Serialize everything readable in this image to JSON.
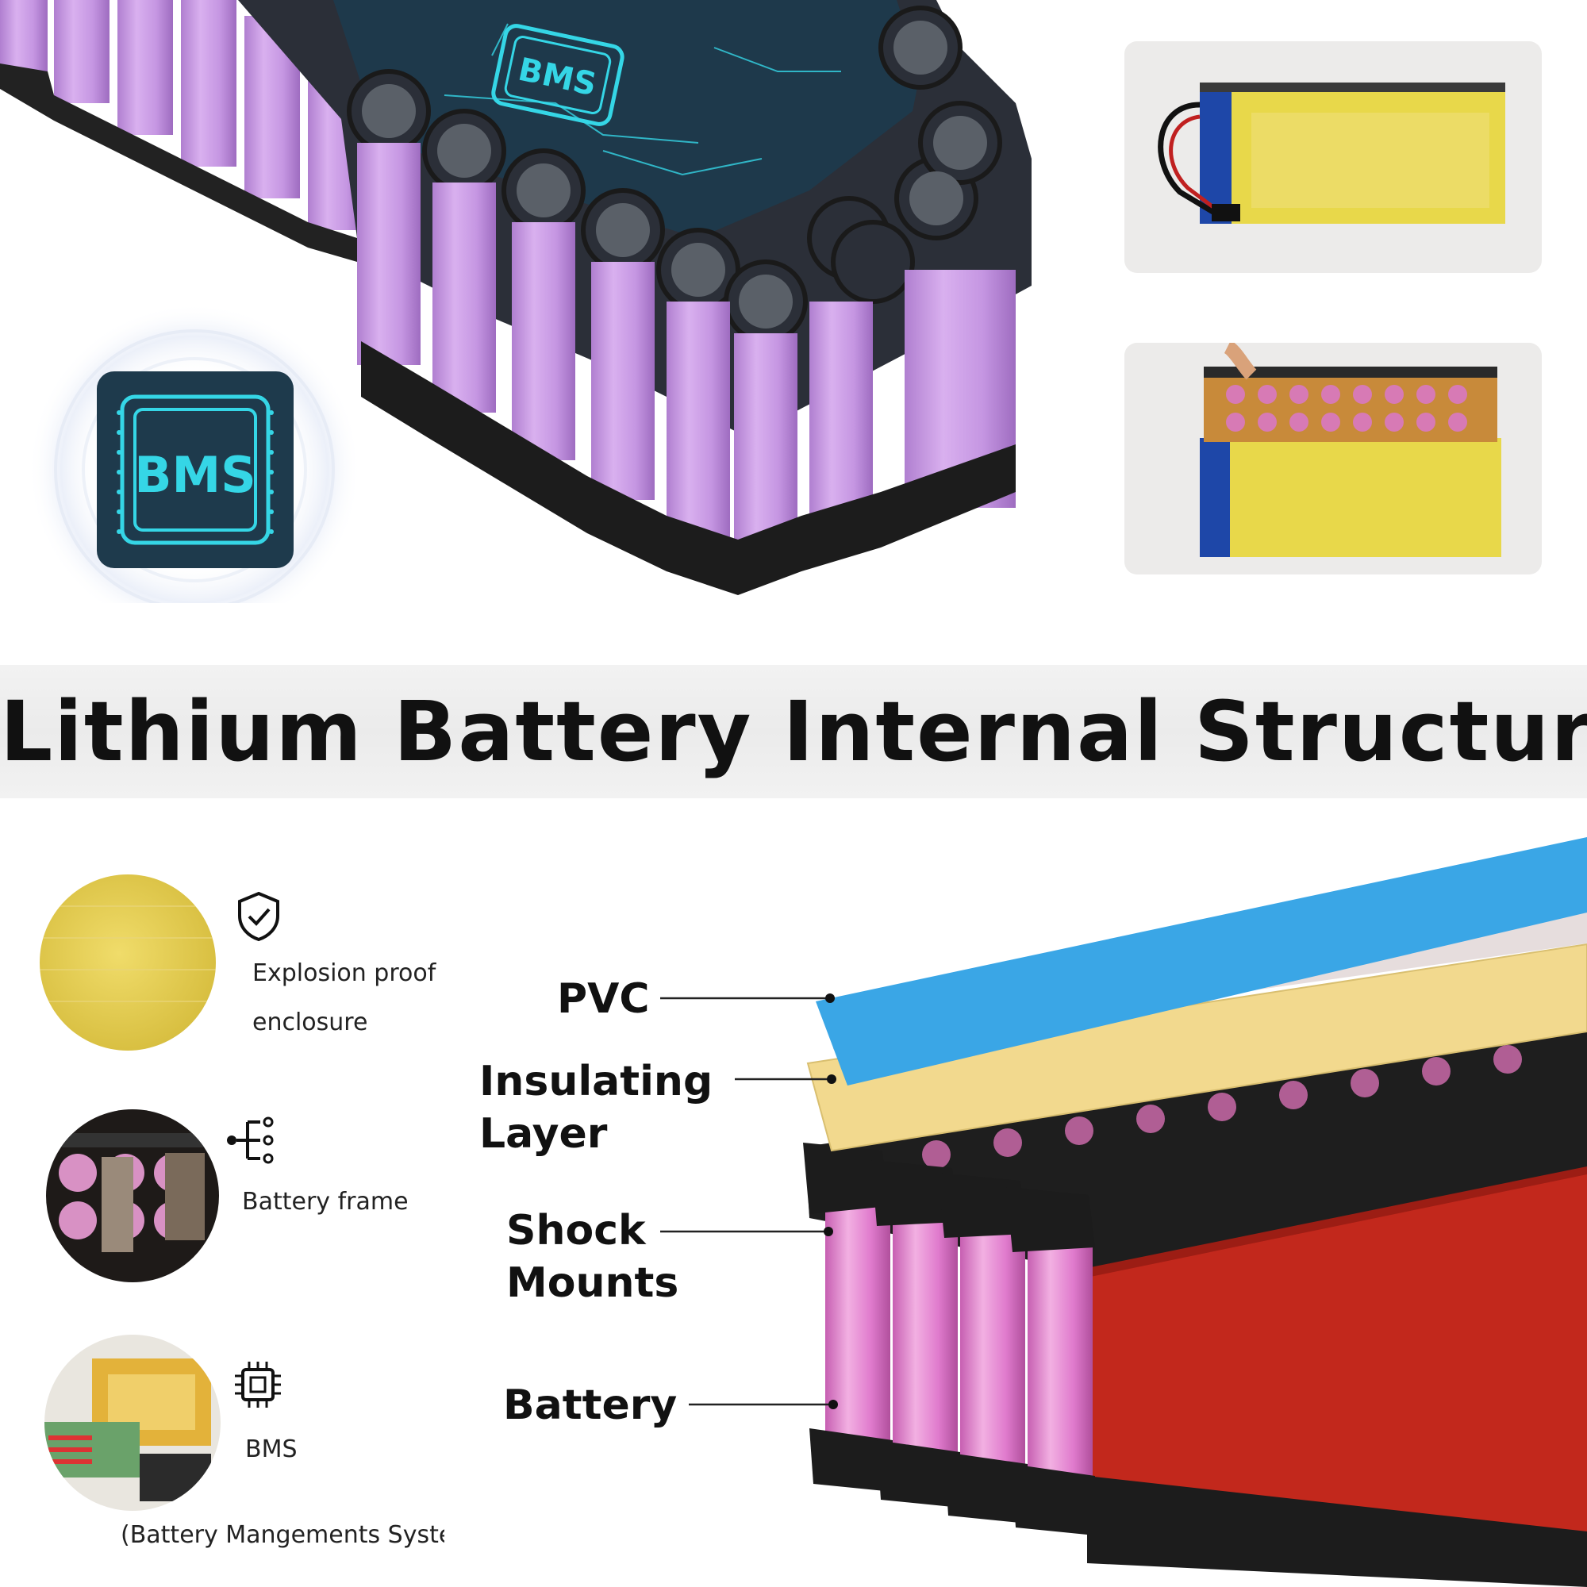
{
  "title": "Lithium Battery Internal Structure",
  "top_graphic": {
    "badge_label": "BMS",
    "board_label": "BMS"
  },
  "photos": [
    {
      "name": "battery-pack-wrapped-photo"
    },
    {
      "name": "battery-pack-opened-photo"
    }
  ],
  "features": [
    {
      "icon": "shield-check-icon",
      "lines": [
        "Explosion proof",
        "enclosure"
      ]
    },
    {
      "icon": "branch-frame-icon",
      "lines": [
        "Battery frame"
      ]
    },
    {
      "icon": "chip-icon",
      "lines": [
        "BMS"
      ]
    }
  ],
  "bms_caption": "(Battery Mangements Syste",
  "layers": {
    "pvc": "PVC",
    "insulating": [
      "Insulating",
      "Layer"
    ],
    "shock": [
      "Shock",
      "Mounts"
    ],
    "battery": "Battery"
  },
  "colors": {
    "cell_purple": "#c99be3",
    "holder_black": "#1c1c1c",
    "bms_board": "#1e3a4c",
    "bms_cyan": "#35d6e6",
    "pvc_blue": "#3aa6e6",
    "insulation_yellow": "#f2d98e",
    "wrap_red": "#c2281c",
    "cell_pink": "#e27fcf",
    "kapton_yellow": "#e6d24c"
  }
}
